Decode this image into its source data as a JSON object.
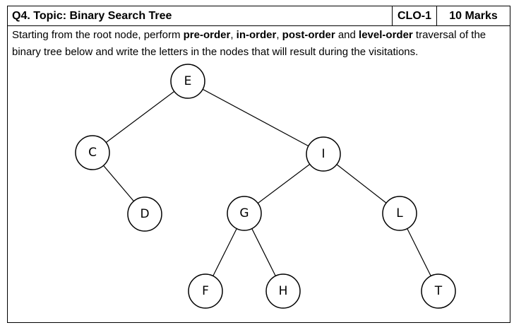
{
  "header": {
    "title": "Q4.  Topic: Binary Search Tree",
    "clo": "CLO-1",
    "marks": "10 Marks"
  },
  "question": {
    "t1": "Starting from the root node, perform ",
    "b1": "pre-order",
    "t2": ", ",
    "b2": "in-order",
    "t3": ", ",
    "b3": "post-order",
    "t4": " and ",
    "b4": "level-order",
    "t5": " traversal of the binary tree below and write the letters in the nodes that will result during the visitations."
  },
  "tree": {
    "nodes": [
      {
        "id": "E",
        "label": "E"
      },
      {
        "id": "C",
        "label": "C"
      },
      {
        "id": "I",
        "label": "I"
      },
      {
        "id": "D",
        "label": "D"
      },
      {
        "id": "G",
        "label": "G"
      },
      {
        "id": "L",
        "label": "L"
      },
      {
        "id": "F",
        "label": "F"
      },
      {
        "id": "H",
        "label": "H"
      },
      {
        "id": "T",
        "label": "T"
      }
    ],
    "edges": [
      [
        "E",
        "C"
      ],
      [
        "E",
        "I"
      ],
      [
        "C",
        "D"
      ],
      [
        "I",
        "G"
      ],
      [
        "I",
        "L"
      ],
      [
        "G",
        "F"
      ],
      [
        "G",
        "H"
      ],
      [
        "L",
        "T"
      ]
    ]
  }
}
